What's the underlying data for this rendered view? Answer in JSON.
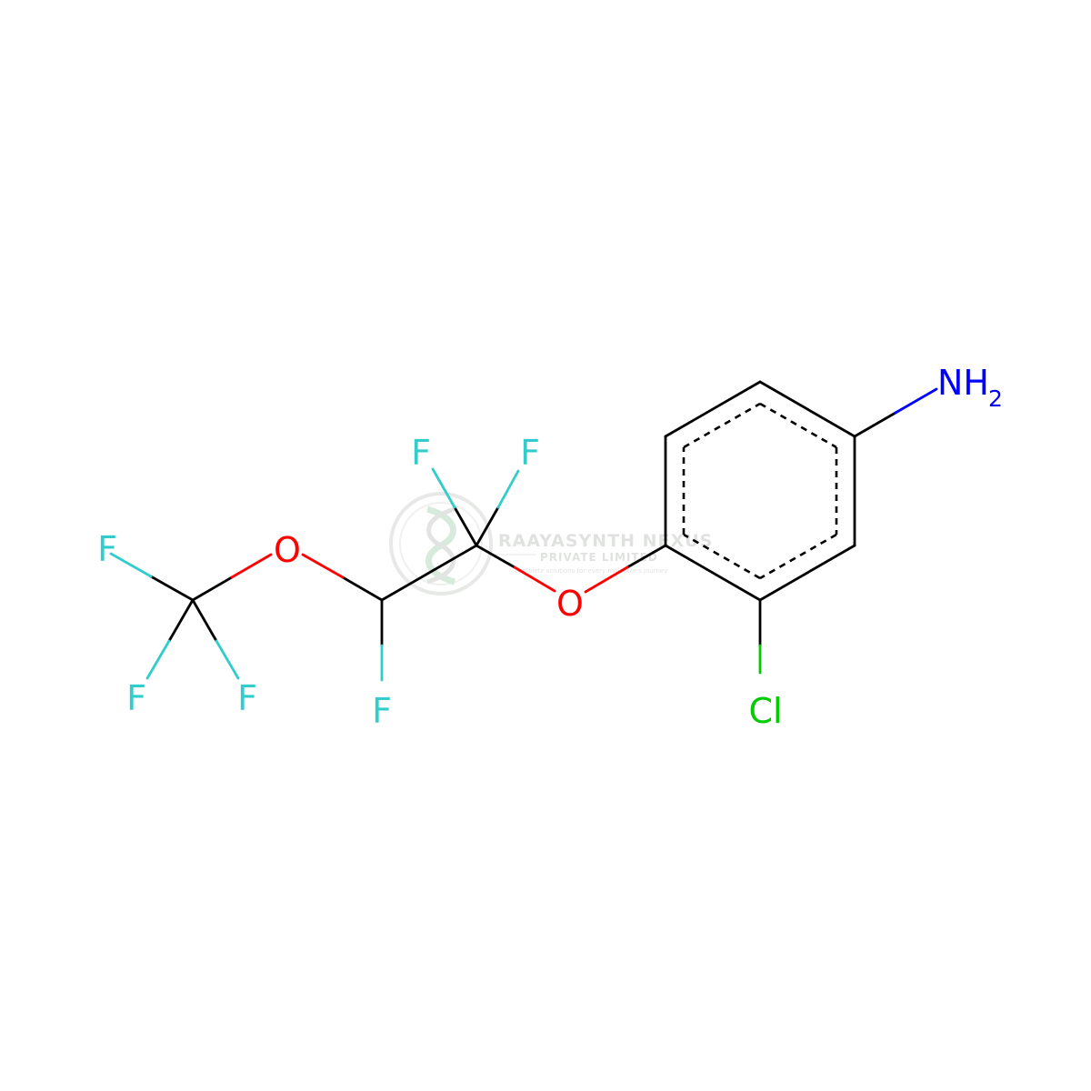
{
  "colors": {
    "bond": "#000000",
    "fluorine": "#33CCCC",
    "oxygen": "#FF0000",
    "nitrogen": "#0000FF",
    "chlorine": "#00CC00",
    "watermark": "#c8ccc8"
  },
  "atoms": {
    "f1": "F",
    "f2": "F",
    "f3": "F",
    "o1": "O",
    "f4": "F",
    "f5": "F",
    "f6": "F",
    "o2": "O",
    "n": "NH",
    "n_sub": "2",
    "cl": "Cl"
  },
  "watermark": {
    "name": "RAAYASYNTH NEXUS",
    "line2": "PRIVATE LIMITED",
    "tagline": "complete solutions for every molecule's journey"
  }
}
